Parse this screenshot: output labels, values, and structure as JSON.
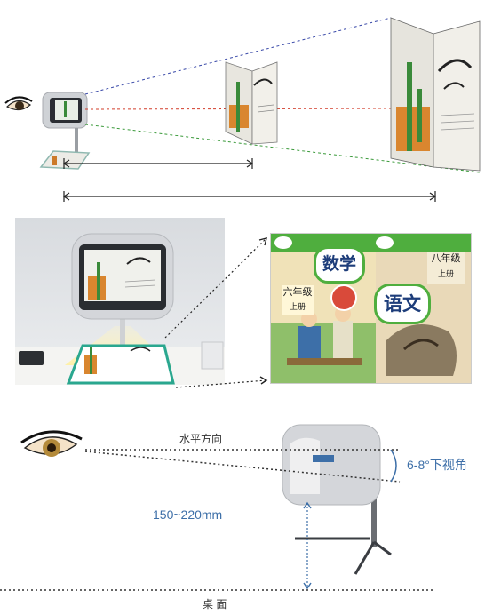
{
  "colors": {
    "accent_blue": "#3d6fa8",
    "teal_border": "#2aa78f",
    "green_cover": "#4fae3e",
    "sight_blue": "#3848a8",
    "sight_red": "#d23c2a",
    "sight_green": "#3a9a3a"
  },
  "panels": {
    "top": {
      "icons": [
        "eye-icon",
        "reader-device-icon",
        "book-icon"
      ]
    },
    "middle": {
      "math_title": "数学",
      "math_grade": "六年级",
      "math_volume": "上册",
      "chinese_grade": "八年级",
      "chinese_volume": "上册",
      "chinese_title": "语文"
    },
    "bottom": {
      "horizontal_label": "水平方向",
      "angle_label": "6-8°下视角",
      "height_label": "150~220mm",
      "desk_label": "桌 面"
    }
  }
}
